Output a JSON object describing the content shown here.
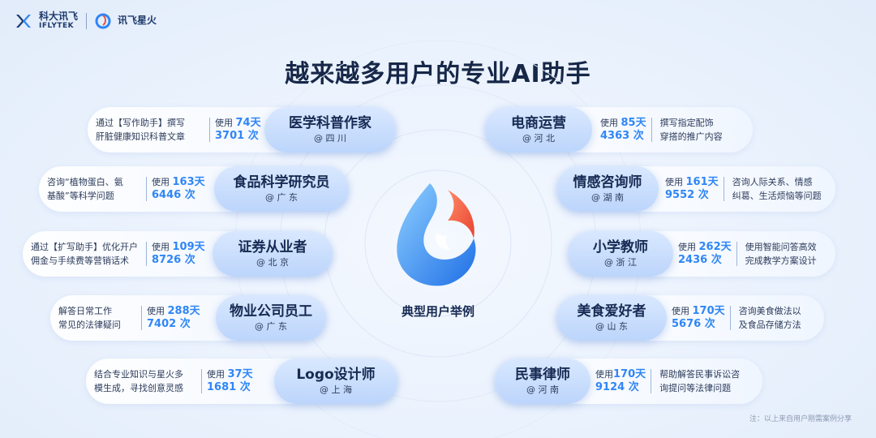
{
  "brand": {
    "company_cn": "科大讯飞",
    "company_en": "IFLYTEK",
    "product_cn": "讯飞星火"
  },
  "title": "越来越多用户的专业AI助手",
  "center_label": "典型用户举例",
  "note": "注：以上来自用户刚需案例分享",
  "cards": [
    {
      "side": "left",
      "role": "医学科普作家",
      "location": "@ 四 川",
      "days": "74天",
      "count": "3701 次",
      "desc": [
        "通过【写作助手】撰写",
        "肝脏健康知识科普文章"
      ]
    },
    {
      "side": "left",
      "role": "食品科学研究员",
      "location": "@ 广 东",
      "days": "163天",
      "count": "6446 次",
      "desc": [
        "咨询“植物蛋白、氨",
        "基酸”等科学问题"
      ]
    },
    {
      "side": "left",
      "role": "证券从业者",
      "location": "@ 北 京",
      "days": "109天",
      "count": "8726 次",
      "desc": [
        "通过【扩写助手】优化开户",
        "佣金与手续费等营销话术"
      ]
    },
    {
      "side": "left",
      "role": "物业公司员工",
      "location": "@ 广 东",
      "days": "288天",
      "count": "7402 次",
      "desc": [
        "解答日常工作",
        "常见的法律疑问"
      ]
    },
    {
      "side": "left",
      "role": "Logo设计师",
      "location": "@ 上 海",
      "days": "37天",
      "count": "1681 次",
      "desc": [
        "结合专业知识与星火多",
        "模生成，寻找创意灵感"
      ]
    },
    {
      "side": "right",
      "role": "电商运营",
      "location": "@ 河 北",
      "days": "85天",
      "count": "4363 次",
      "desc": [
        "撰写指定配饰",
        "穿搭的推广内容"
      ]
    },
    {
      "side": "right",
      "role": "情感咨询师",
      "location": "@ 湖 南",
      "days": "161天",
      "count": "9552 次",
      "desc": [
        "咨询人际关系、情感",
        "纠葛、生活烦恼等问题"
      ]
    },
    {
      "side": "right",
      "role": "小学教师",
      "location": "@ 浙 江",
      "days": "262天",
      "count": "2436 次",
      "desc": [
        "使用智能问答高效",
        "完成教学方案设计"
      ]
    },
    {
      "side": "right",
      "role": "美食爱好者",
      "location": "@ 山 东",
      "days": "170天",
      "count": "5676 次",
      "desc": [
        "咨询美食做法以",
        "及食品存储方法"
      ]
    },
    {
      "side": "right",
      "role": "民事律师",
      "location": "@ 河 南",
      "days": "170天",
      "count": "9124 次",
      "desc": [
        "帮助解答民事诉讼咨",
        "询提问等法律问题"
      ]
    }
  ],
  "use_prefix": "使用",
  "colors": {
    "accent": "#2f86f6",
    "pill": "#c6dbfb",
    "title": "#162748"
  }
}
